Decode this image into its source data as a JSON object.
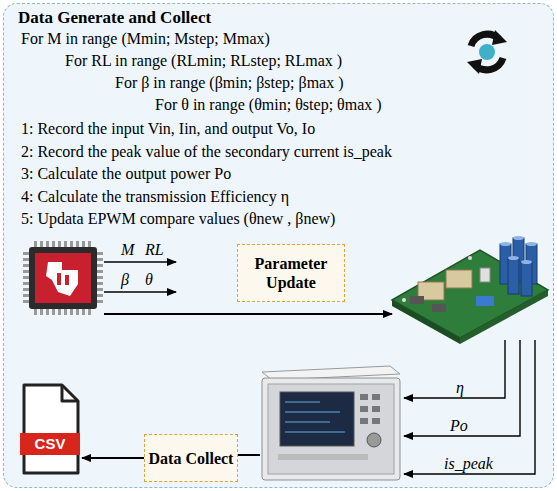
{
  "diagram": {
    "nodes": [
      {
        "text": [
          "Data Generate and Collect"
        ]
      },
      {
        "text": [
          "Parameter Update"
        ],
        "in": 0
      },
      {
        "text": [
          "CSV"
        ],
        "in": 0
      },
      {
        "text": [
          "Data Collect"
        ],
        "in": 0
      }
    ],
    "edges": [
      {
        "from": 3,
        "to": 2,
        "arrow": "to"
      }
    ],
    "labels": [
      "For M in range (Mmin; Mstep; Mmax)",
      "For RL in range (RLmin; RLstep; RLmax )",
      "For β in range (βmin; βstep; βmax )",
      "For θ in range (θmin; θstep; θmax )",
      "1: Record the input Vin, Iin, and output Vo, Io",
      "2: Record the peak value of the secondary current is_peak",
      "3: Calculate the output power Po",
      "4: Calculate the transmission Efficiency η",
      "5: Updata EPWM compare values (θnew , βnew)",
      "M",
      "RL",
      "β",
      "θ",
      "η",
      "Po",
      "is_peak"
    ]
  }
}
